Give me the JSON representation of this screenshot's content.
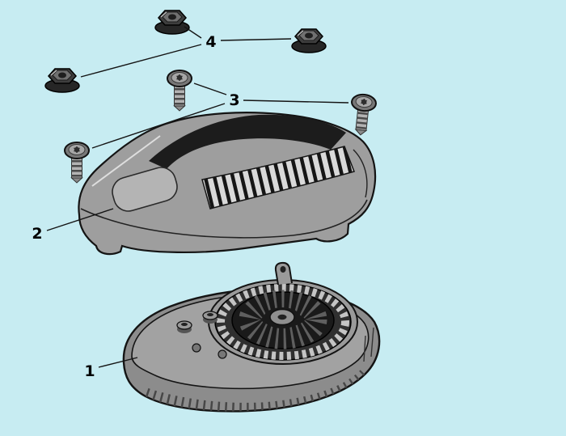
{
  "colors": {
    "background": "#c7ecf2",
    "outline": "#141414",
    "body_gray": "#9e9e9e",
    "body_gray_dark": "#8c8c8c",
    "dark_panel": "#1c1c1c",
    "light_detail": "#d9d9d9",
    "label_color": "#000000"
  },
  "diagram": {
    "type": "exploded-parts-diagram",
    "callouts": [
      {
        "label": "1"
      },
      {
        "label": "2"
      },
      {
        "label": "3"
      },
      {
        "label": "4"
      }
    ]
  }
}
